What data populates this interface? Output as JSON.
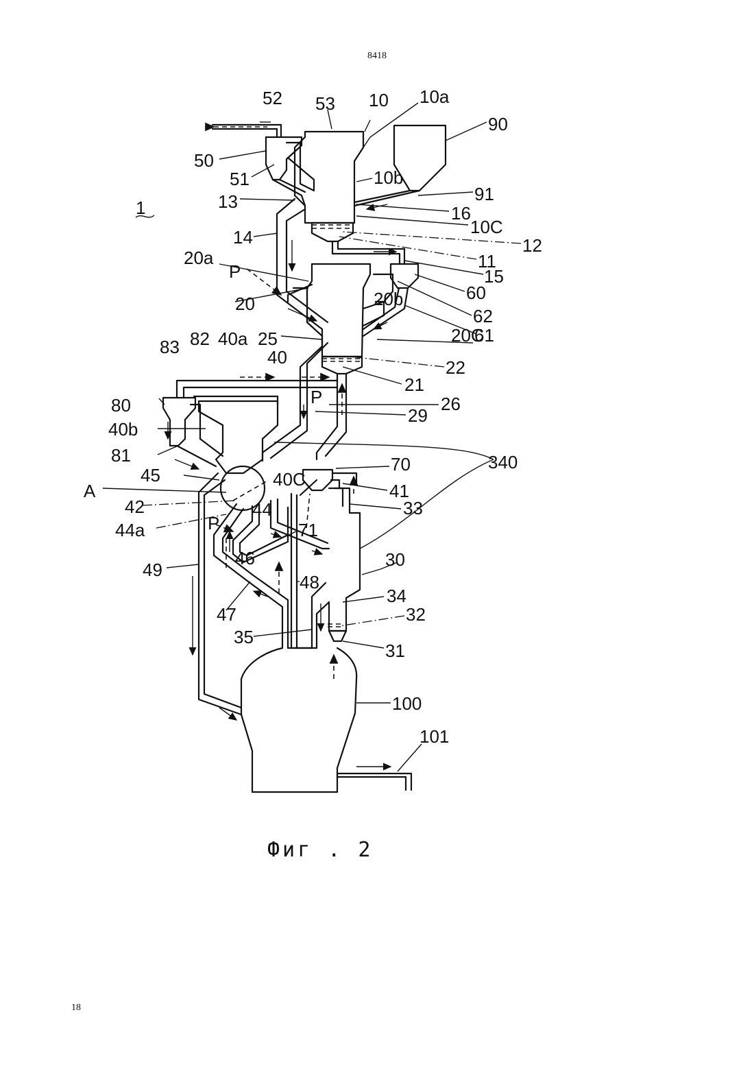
{
  "page": {
    "number_top": "8418",
    "number_bottom": "18"
  },
  "figure": {
    "caption": "Фиг . 2",
    "labels": {
      "l1": "1",
      "l10": "10",
      "l10a": "10a",
      "l10b": "10b",
      "l10c": "10C",
      "l11": "11",
      "l12": "12",
      "l13": "13",
      "l14": "14",
      "l15": "15",
      "l16": "16",
      "l20": "20",
      "l20a": "20a",
      "l20b": "20b",
      "l20c": "20C",
      "l21": "21",
      "l22": "22",
      "l25": "25",
      "l26": "26",
      "l29": "29",
      "l30": "30",
      "l31": "31",
      "l32": "32",
      "l33": "33",
      "l34": "34",
      "l35": "35",
      "l340": "340",
      "l40": "40",
      "l40a": "40a",
      "l40b": "40b",
      "l40c": "40C",
      "l41": "41",
      "l42": "42",
      "l44": "44",
      "l44a": "44a",
      "l45": "45",
      "l46": "46",
      "l47": "47",
      "l48": "48",
      "l49": "49",
      "l50": "50",
      "l51": "51",
      "l52": "52",
      "l53": "53",
      "l60": "60",
      "l61": "61",
      "l62": "62",
      "l70": "70",
      "l71": "71",
      "l80": "80",
      "l81": "81",
      "l82": "82",
      "l83": "83",
      "l90": "90",
      "l91": "91",
      "l100": "100",
      "l101": "101",
      "lA": "A",
      "lP1": "P",
      "lP2": "P",
      "lP3": "P"
    }
  }
}
